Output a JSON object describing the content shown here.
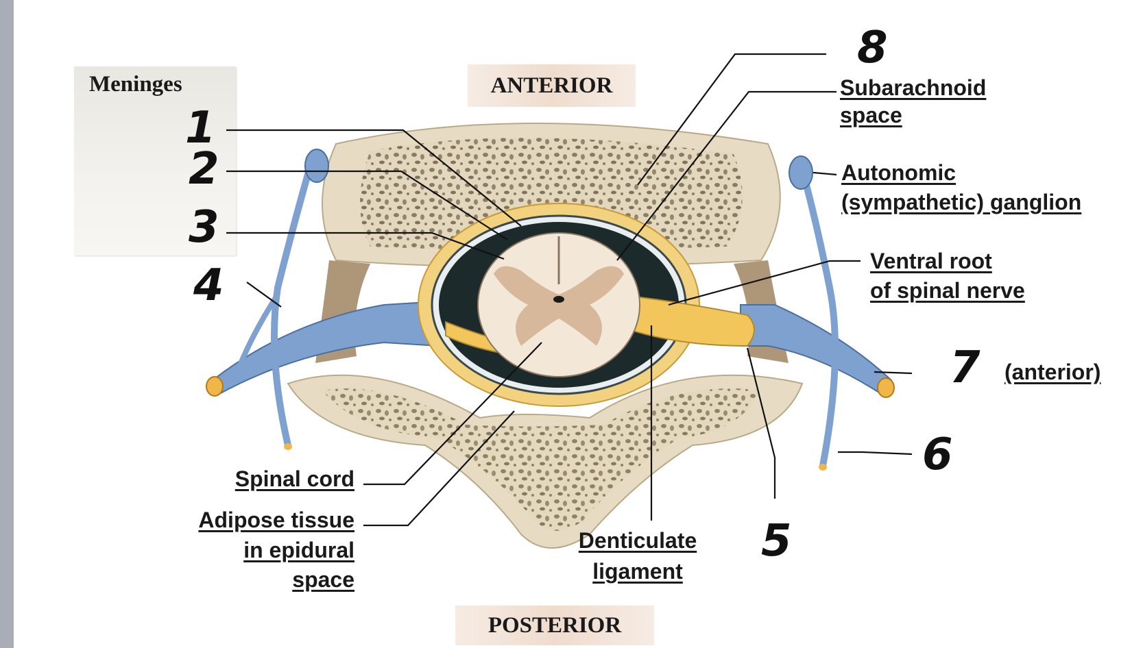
{
  "headers": {
    "meninges": "Meninges",
    "anterior": "ANTERIOR",
    "posterior": "POSTERIOR"
  },
  "numbers": {
    "n1": "1",
    "n2": "2",
    "n3": "3",
    "n4": "4",
    "n5": "5",
    "n6": "6",
    "n7": "7",
    "n8": "8"
  },
  "labels": {
    "subarachnoid_1": "Subarachnoid",
    "subarachnoid_2": "space",
    "autonomic_1": "Autonomic",
    "autonomic_2": "(sympathetic) ganglion",
    "ventral_1": "Ventral root",
    "ventral_2": "of spinal nerve",
    "anterior_paren": "(anterior)",
    "spinal_cord": "Spinal cord",
    "adipose_1": "Adipose tissue",
    "adipose_2": "in epidural",
    "adipose_3": "space",
    "denticulate_1": "Denticulate",
    "denticulate_2": "ligament"
  },
  "colors": {
    "bone": "#e7dcc3",
    "nerve": "#7ea1cf",
    "fat": "#f2d27e",
    "grey_matter": "#d8b89a",
    "white_matter": "#f3e7d8",
    "meninges_dark": "#1c2a2c"
  }
}
